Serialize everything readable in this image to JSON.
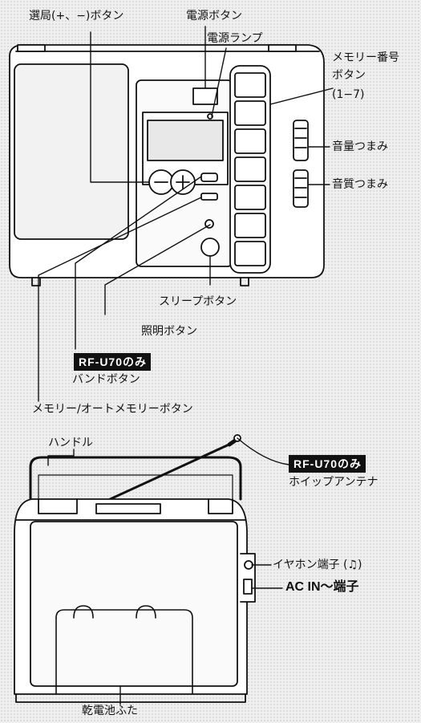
{
  "top": {
    "tuning_label": "選局(+、−)ボタン",
    "power_button_label": "電源ボタン",
    "power_lamp_label": "電源ランプ",
    "memory_number_line1": "メモリー番号",
    "memory_number_line2": "ボタン",
    "memory_number_line3": "(1−7)",
    "volume_label": "音量つまみ",
    "tone_label": "音質つまみ",
    "sleep_label": "スリープボタン",
    "light_label": "照明ボタン",
    "model_badge": "RF-U70のみ",
    "band_label": "バンドボタン",
    "memory_auto_label": "メモリー/オートメモリーボタン"
  },
  "bottom": {
    "handle_label": "ハンドル",
    "model_badge": "RF-U70のみ",
    "antenna_label": "ホイップアンテナ",
    "earphone_label": "イヤホン端子 (♫)",
    "ac_in_label": "AC IN〜端子",
    "battery_cover_label": "乾電池ふた"
  }
}
